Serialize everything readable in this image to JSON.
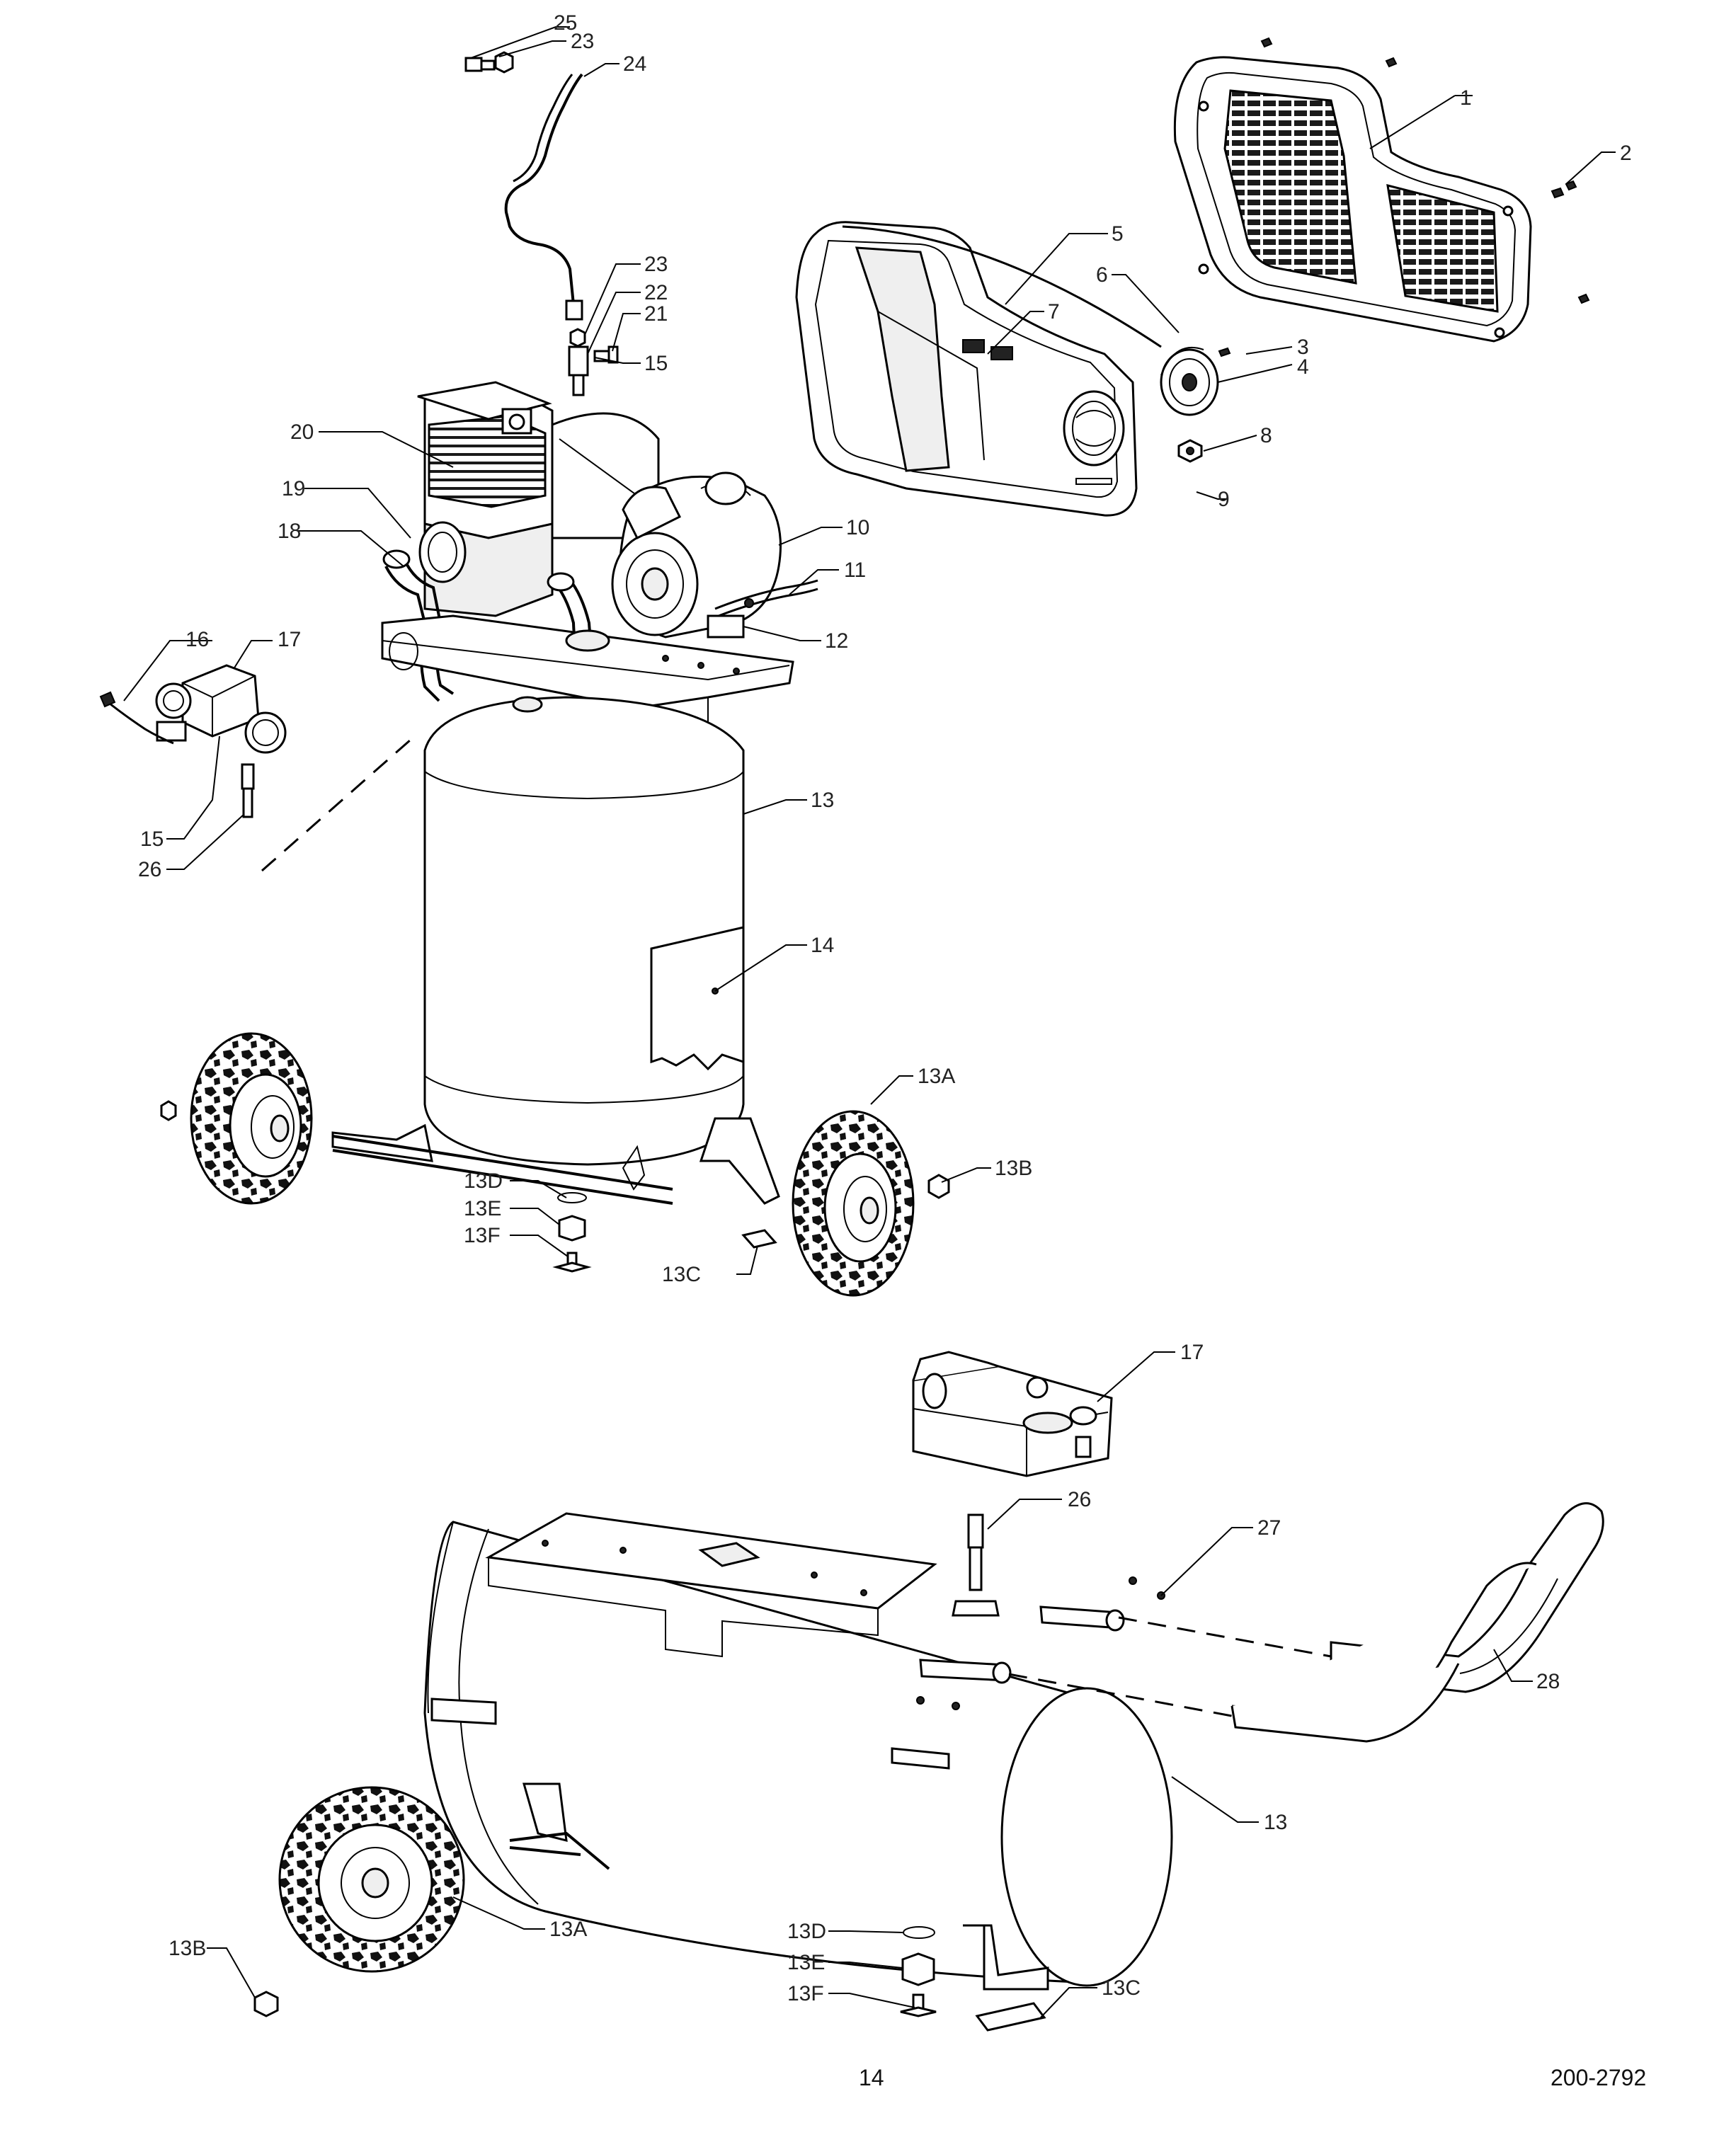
{
  "callouts": [
    {
      "id": "1",
      "text": "1"
    },
    {
      "id": "2",
      "text": "2"
    },
    {
      "id": "3",
      "text": "3"
    },
    {
      "id": "4",
      "text": "4"
    },
    {
      "id": "5",
      "text": "5"
    },
    {
      "id": "6",
      "text": "6"
    },
    {
      "id": "7",
      "text": "7"
    },
    {
      "id": "8",
      "text": "8"
    },
    {
      "id": "9",
      "text": "9"
    },
    {
      "id": "10",
      "text": "10"
    },
    {
      "id": "11",
      "text": "11"
    },
    {
      "id": "12",
      "text": "12"
    },
    {
      "id": "13a",
      "text": "13"
    },
    {
      "id": "13A_a",
      "text": "13A"
    },
    {
      "id": "13B_a",
      "text": "13B"
    },
    {
      "id": "13C_a",
      "text": "13C"
    },
    {
      "id": "13D_a",
      "text": "13D"
    },
    {
      "id": "13E_a",
      "text": "13E"
    },
    {
      "id": "13F_a",
      "text": "13F"
    },
    {
      "id": "14",
      "text": "14"
    },
    {
      "id": "15a",
      "text": "15"
    },
    {
      "id": "15b",
      "text": "15"
    },
    {
      "id": "16",
      "text": "16"
    },
    {
      "id": "17a",
      "text": "17"
    },
    {
      "id": "18",
      "text": "18"
    },
    {
      "id": "19",
      "text": "19"
    },
    {
      "id": "20",
      "text": "20"
    },
    {
      "id": "21",
      "text": "21"
    },
    {
      "id": "22",
      "text": "22"
    },
    {
      "id": "23a",
      "text": "23"
    },
    {
      "id": "23b",
      "text": "23"
    },
    {
      "id": "24",
      "text": "24"
    },
    {
      "id": "25",
      "text": "25"
    },
    {
      "id": "26a",
      "text": "26"
    },
    {
      "id": "17b",
      "text": "17"
    },
    {
      "id": "26b",
      "text": "26"
    },
    {
      "id": "27",
      "text": "27"
    },
    {
      "id": "28",
      "text": "28"
    },
    {
      "id": "13b",
      "text": "13"
    },
    {
      "id": "13A_b",
      "text": "13A"
    },
    {
      "id": "13B_b",
      "text": "13B"
    },
    {
      "id": "13C_b",
      "text": "13C"
    },
    {
      "id": "13D_b",
      "text": "13D"
    },
    {
      "id": "13E_b",
      "text": "13E"
    },
    {
      "id": "13F_b",
      "text": "13F"
    }
  ],
  "footer": {
    "page_number": "14",
    "doc_number": "200-2792"
  }
}
